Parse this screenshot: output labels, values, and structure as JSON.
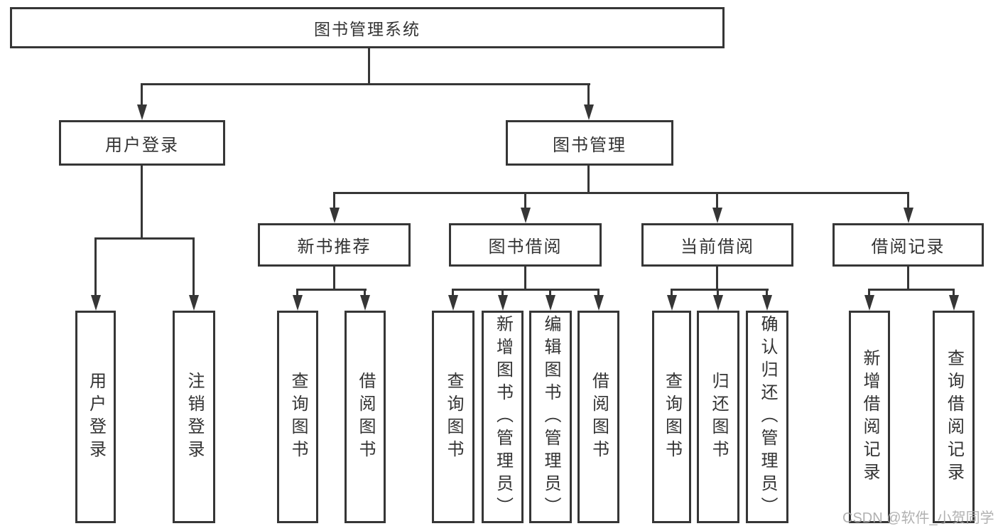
{
  "diagram": {
    "tree": {
      "label": "图书管理系统",
      "children": [
        {
          "label": "用户登录",
          "children": [
            {
              "label": "用户登录"
            },
            {
              "label": "注销登录"
            }
          ]
        },
        {
          "label": "图书管理",
          "children": [
            {
              "label": "新书推荐",
              "children": [
                {
                  "label": "查询图书"
                },
                {
                  "label": "借阅图书"
                }
              ]
            },
            {
              "label": "图书借阅",
              "children": [
                {
                  "label": "查询图书"
                },
                {
                  "label": "新增图书（管理员）"
                },
                {
                  "label": "编辑图书（管理员）"
                },
                {
                  "label": "借阅图书"
                }
              ]
            },
            {
              "label": "当前借阅",
              "children": [
                {
                  "label": "查询图书"
                },
                {
                  "label": "归还图书"
                },
                {
                  "label": "确认归还（管理员）"
                }
              ]
            },
            {
              "label": "借阅记录",
              "children": [
                {
                  "label": "新增借阅记录"
                },
                {
                  "label": "查询借阅记录"
                }
              ]
            }
          ]
        }
      ]
    }
  },
  "watermark": {
    "text": "CSDN @软件_小贺同学"
  },
  "colors": {
    "line": "#363636",
    "text": "#333333",
    "watermark": "#a9a9a9",
    "background": "#ffffff"
  }
}
